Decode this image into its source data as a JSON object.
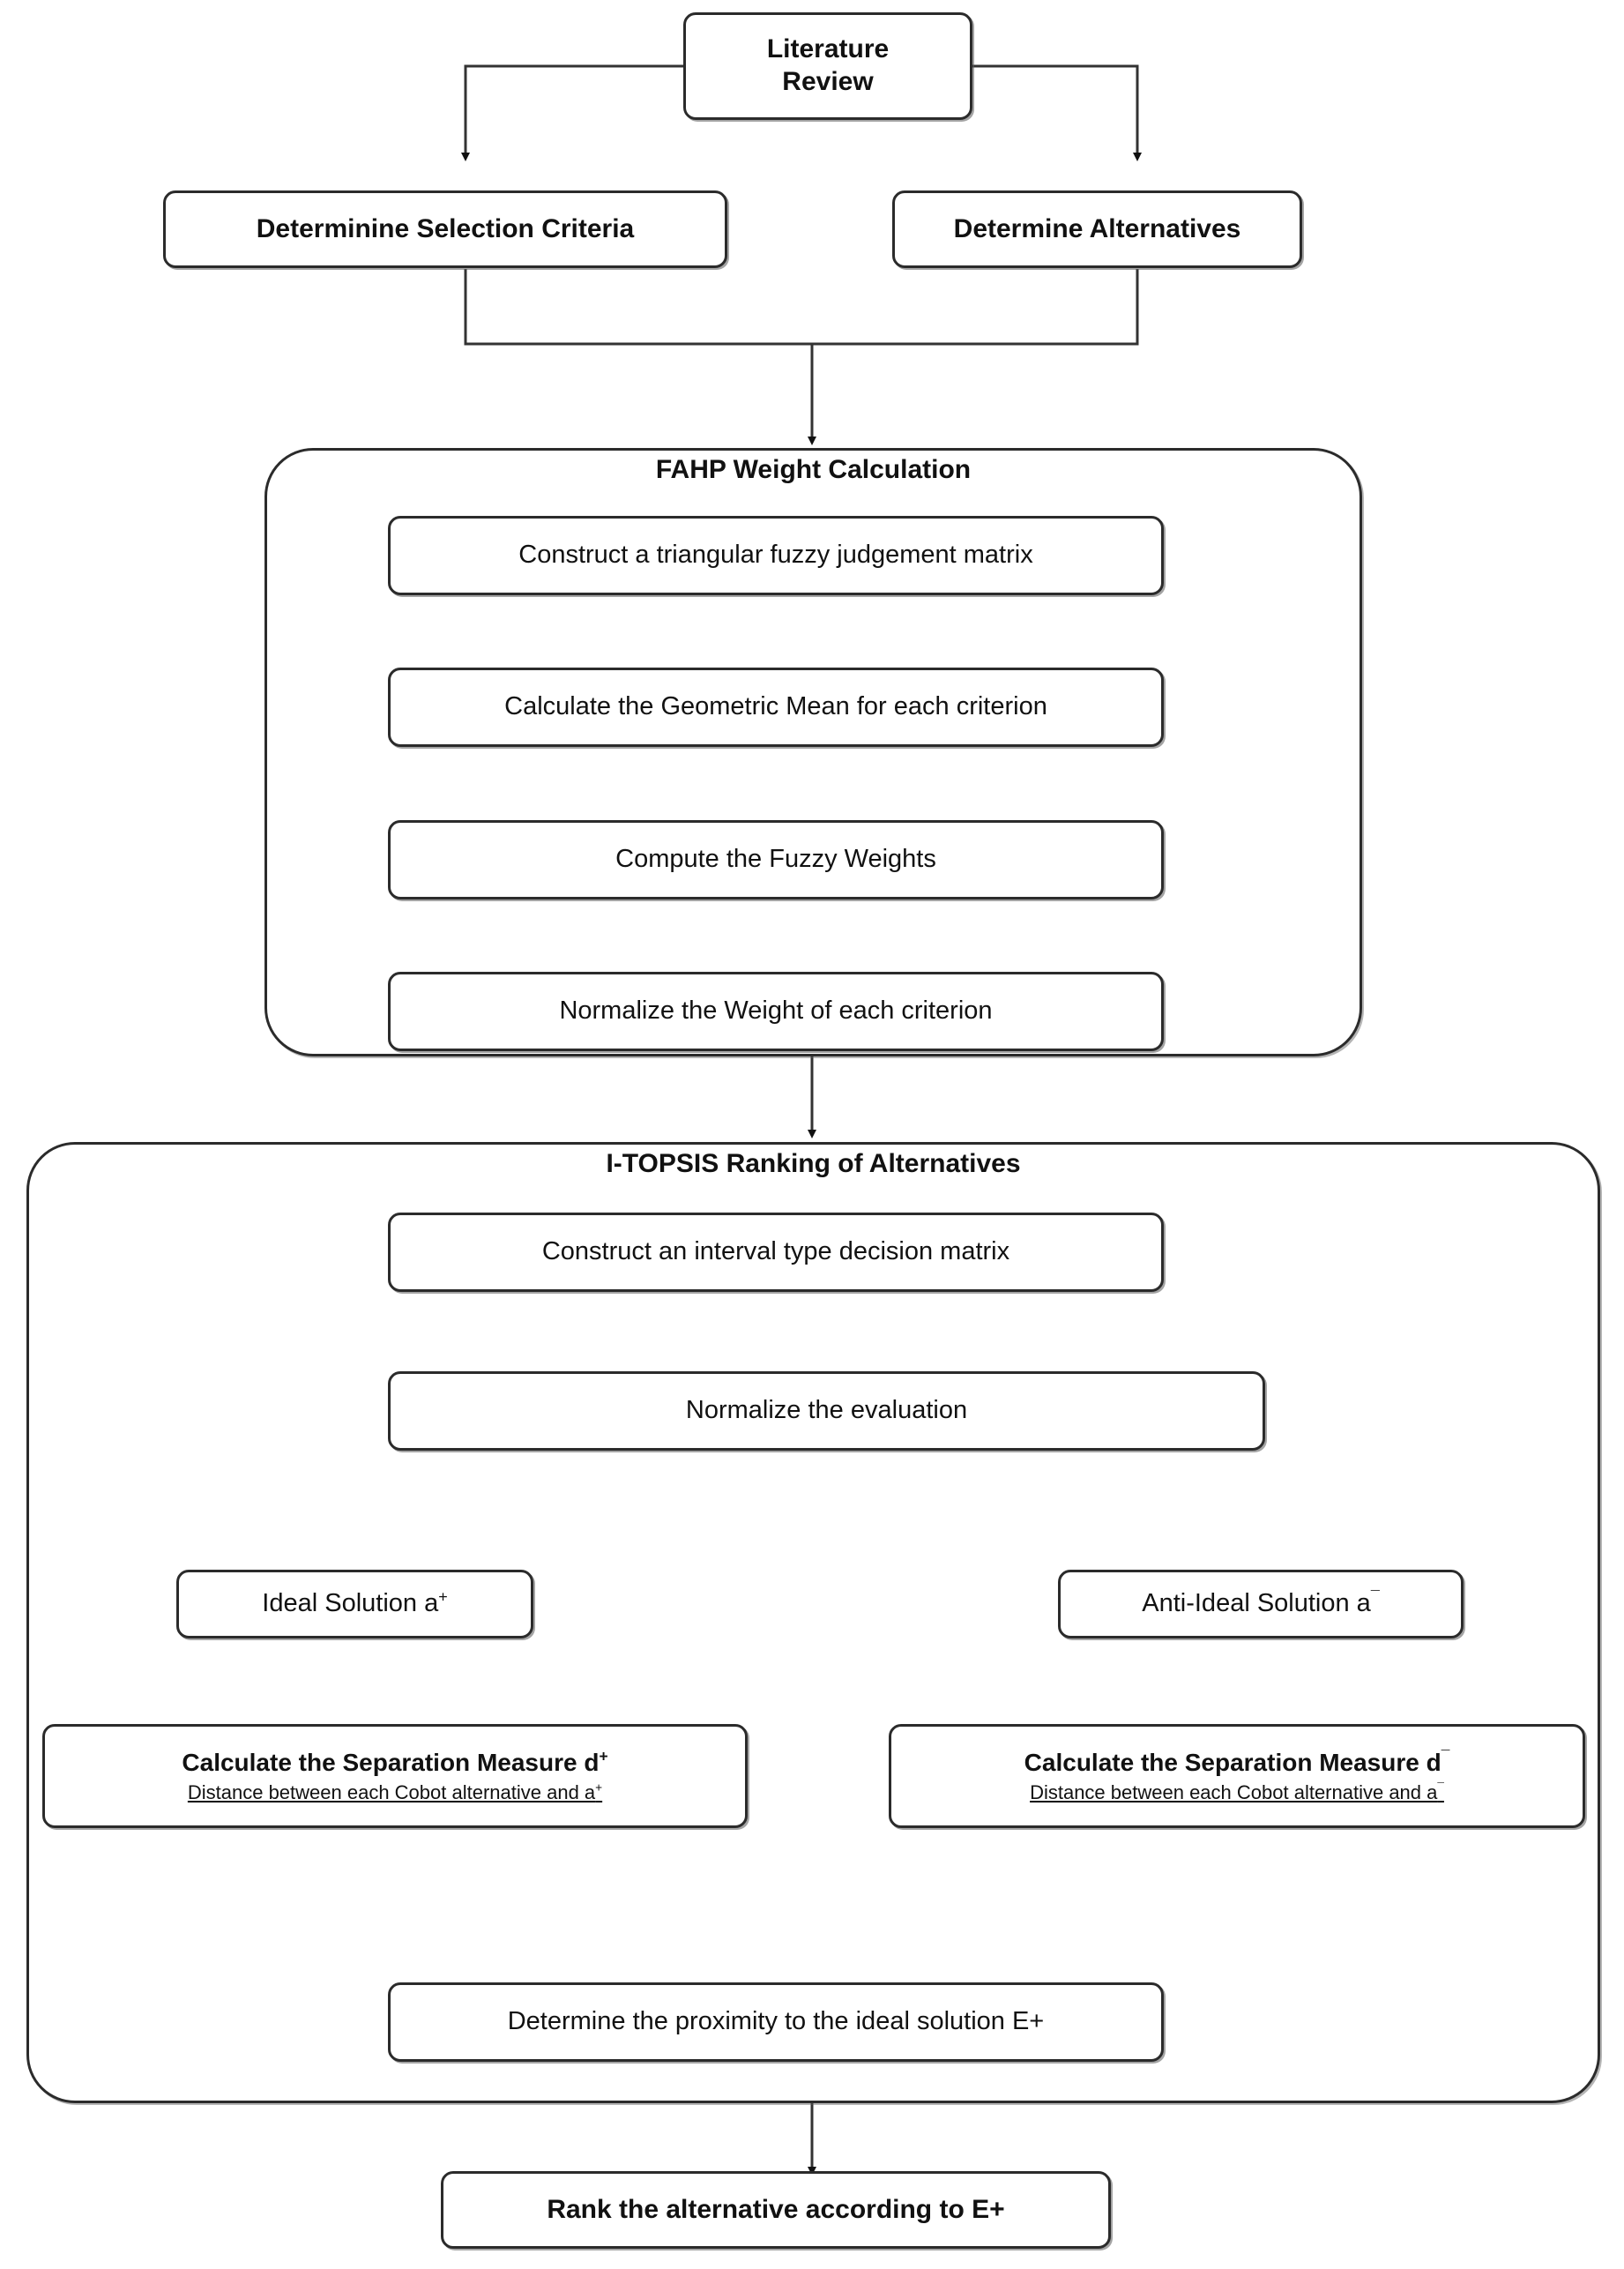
{
  "diagram": {
    "type": "flowchart",
    "title": "FAHP and I-TOPSIS Cobot Selection Methodology",
    "line_color": "#2b2b2b",
    "background": "#ffffff"
  },
  "nodes": {
    "literature_review": "Literature\nReview",
    "literature_review_line1": "Literature",
    "literature_review_line2": "Review",
    "determine_criteria": "Determinine Selection Criteria",
    "determine_alternatives": "Determine Alternatives",
    "fahp_group_title": "FAHP Weight Calculation",
    "fahp_step_1": "Construct a triangular fuzzy judgement matrix",
    "fahp_step_2": "Calculate the Geometric Mean for each criterion",
    "fahp_step_3": "Compute the Fuzzy Weights",
    "fahp_step_4": "Normalize the Weight of each criterion",
    "topsis_group_title": "I-TOPSIS Ranking of Alternatives",
    "topsis_step_1": "Construct an interval type decision matrix",
    "topsis_step_2": "Normalize the evaluation",
    "ideal_solution_prefix": "Ideal Solution a",
    "ideal_solution_sup": "+",
    "anti_ideal_solution_prefix": "Anti-Ideal Solution a",
    "anti_ideal_solution_sup": "¯",
    "sep_plus_title_prefix": "Calculate the  Separation Measure d",
    "sep_plus_title_sup": "+",
    "sep_plus_sub_prefix": "Distance between each Cobot alternative and a",
    "sep_plus_sub_sup": "+",
    "sep_minus_title_prefix": "Calculate the  Separation Measure d",
    "sep_minus_title_sup": "¯",
    "sep_minus_sub_prefix": "Distance between each Cobot alternative and a",
    "sep_minus_sub_sup": "¯",
    "proximity": "Determine the proximity to the ideal solution E+",
    "rank": "Rank the alternative according to E+"
  }
}
